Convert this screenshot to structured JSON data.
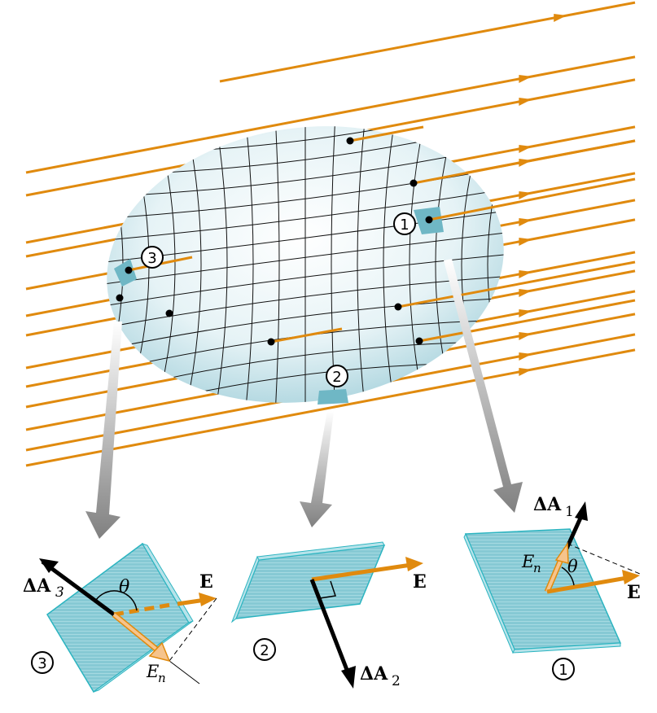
{
  "colors": {
    "field": "#e08a0e",
    "plate": "#7fc6d2",
    "plate_edge": "#2bb4c0",
    "surface": "#d6ecf1",
    "en": "#f6c48c",
    "pointer": "#8c8c8c"
  },
  "surface_patches": {
    "p1": "1",
    "p2": "2",
    "p3": "3"
  },
  "panel3": {
    "area_label": "ΔA",
    "area_sub": "3",
    "theta": "θ",
    "e_label": "E",
    "en_label": "E",
    "en_sub": "n",
    "number": "3"
  },
  "panel2": {
    "area_label": "ΔA",
    "area_sub": "2",
    "e_label": "E",
    "number": "2"
  },
  "panel1": {
    "area_label": "ΔA",
    "area_sub": "1",
    "theta": "θ",
    "e_label": "E",
    "en_label": "E",
    "en_sub": "n",
    "number": "1"
  }
}
